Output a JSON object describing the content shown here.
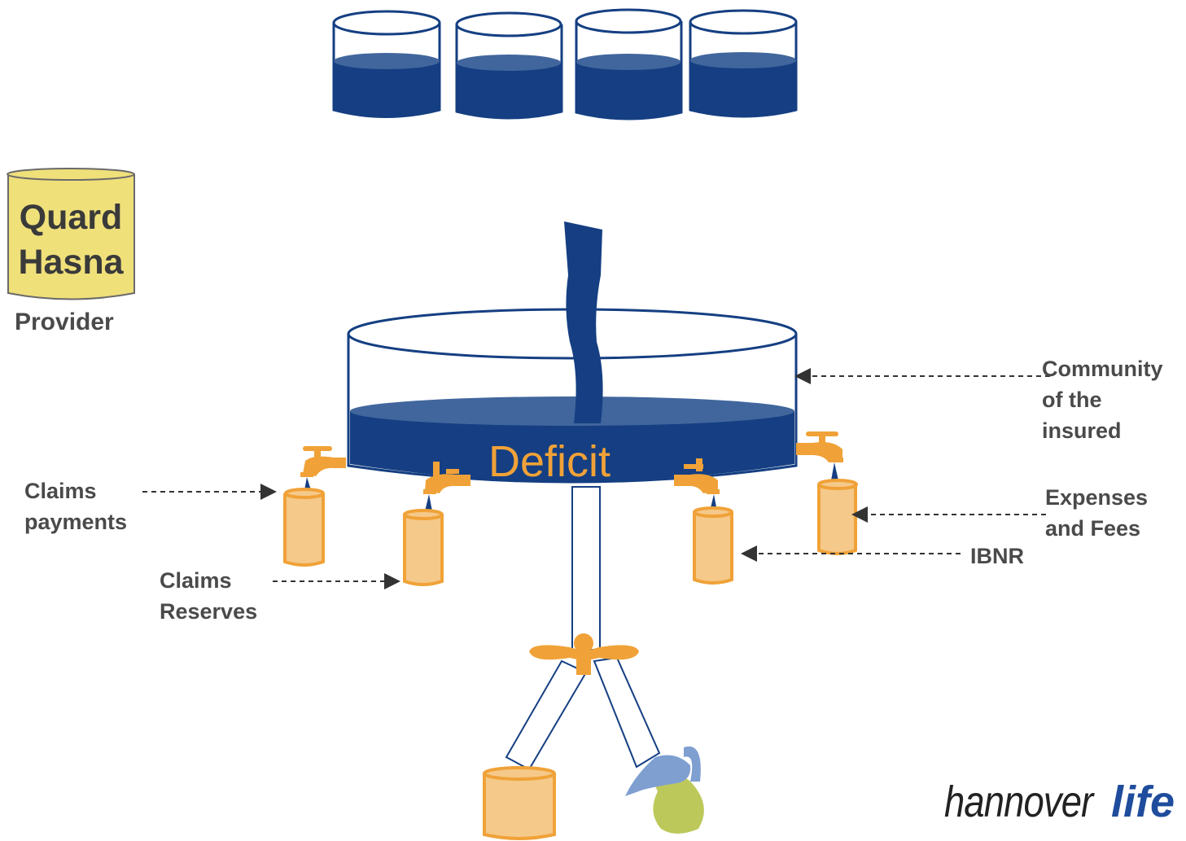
{
  "provider": {
    "name_lines": [
      "Quard",
      "Hasna"
    ],
    "caption": "Provider"
  },
  "pool": {
    "center_label": "Deficit"
  },
  "labels": {
    "community": [
      "Community",
      "of the",
      "insured"
    ],
    "claims_payments": [
      "Claims",
      "payments"
    ],
    "claims_reserves": [
      "Claims",
      "Reserves"
    ],
    "expenses": [
      "Expenses",
      "and Fees"
    ],
    "ibnr": "IBNR"
  },
  "logo": {
    "part1": "hannover",
    "part2": "life"
  },
  "colors": {
    "water": "#153f82",
    "water_surface": "#41669d",
    "orange": "#f0a238",
    "orange_fill": "#f5c98a",
    "provider_fill": "#f0e07a",
    "label_text": "#4a4a4a",
    "jug_green": "#bcc95a",
    "jug_blue": "#7f9fd1"
  }
}
